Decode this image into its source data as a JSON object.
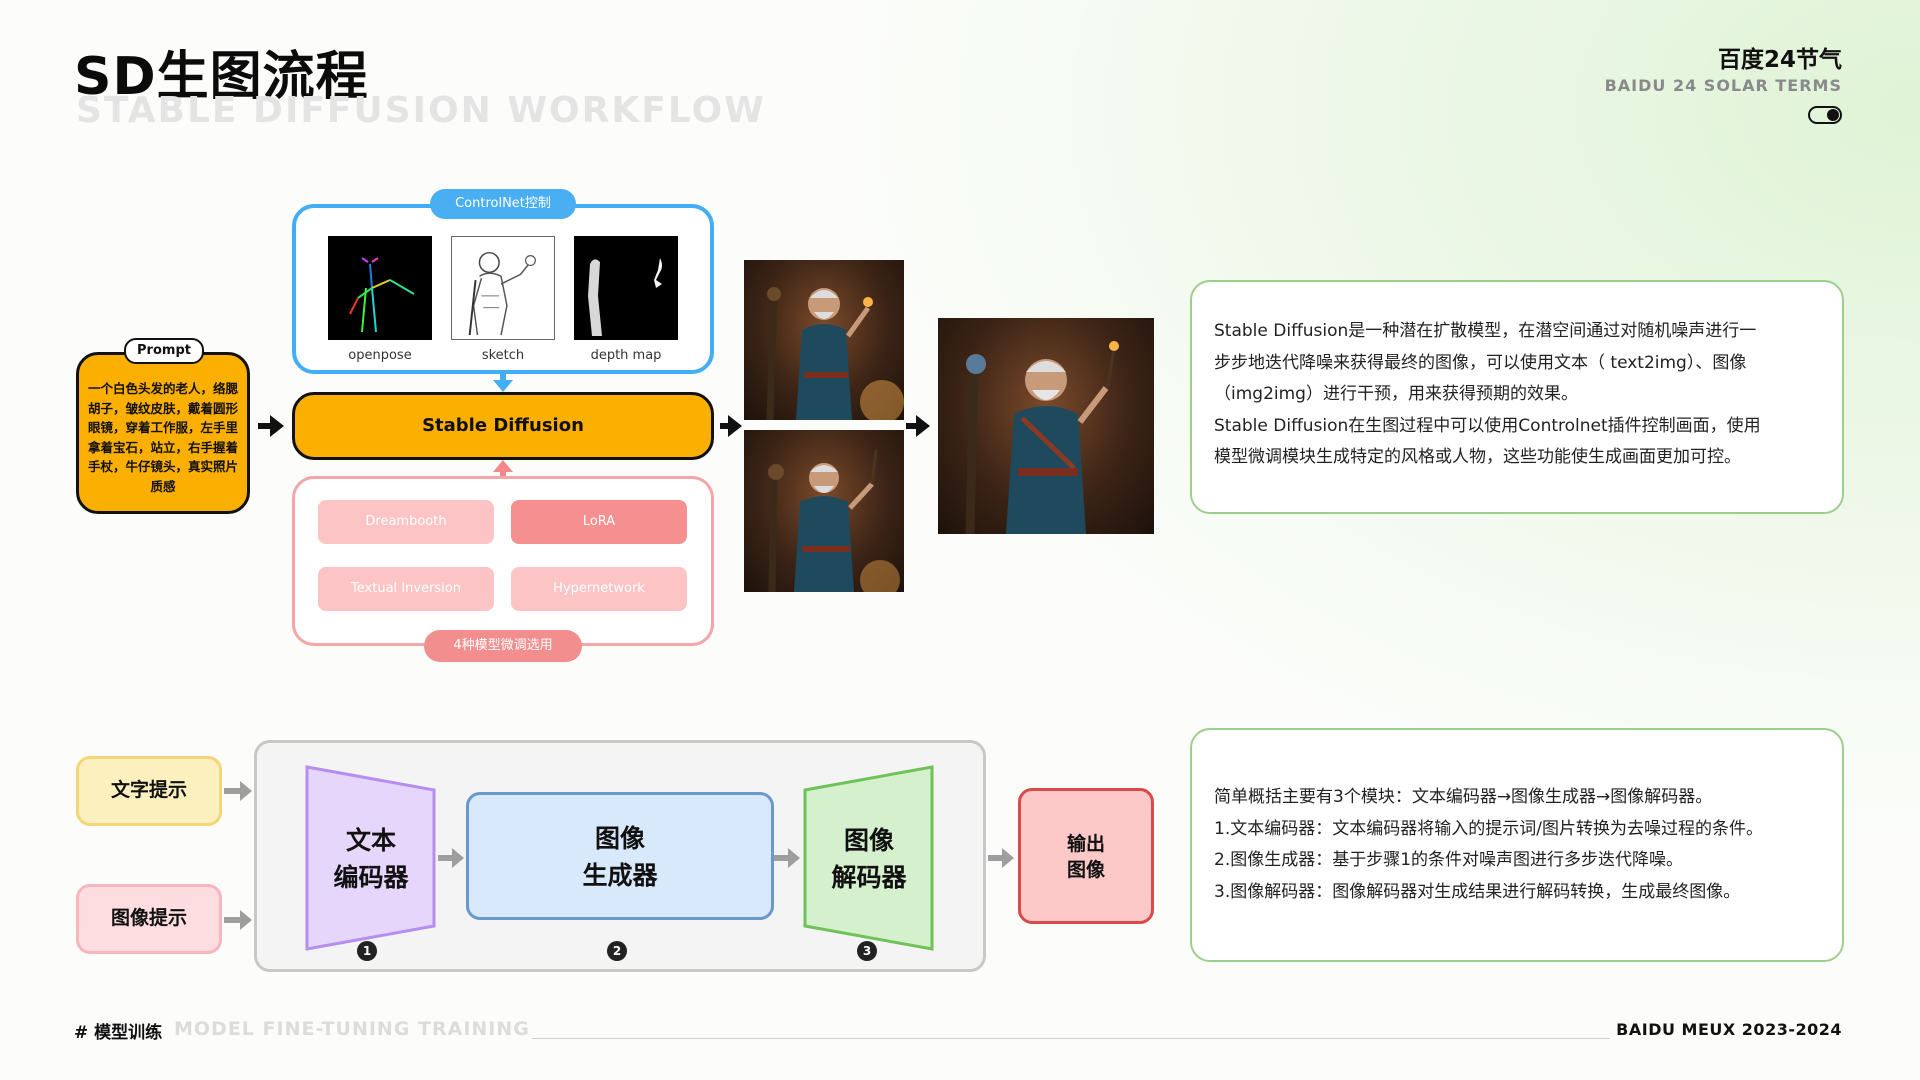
{
  "header": {
    "title": "SD生图流程",
    "subtitle": "STABLE DIFFUSION WORKFLOW",
    "brand": "百度24节气",
    "brand_sub": "BAIDU 24 SOLAR TERMS"
  },
  "prompt": {
    "tag": "Prompt",
    "text": "一个白色头发的老人，络腮胡子，皱纹皮肤，戴着圆形眼镜，穿着工作服，左手里拿着宝石，站立，右手握着手杖，牛仔镜头，真实照片质感"
  },
  "controlnet": {
    "tag": "ControlNet控制",
    "items": [
      {
        "label": "openpose"
      },
      {
        "label": "sketch"
      },
      {
        "label": "depth map"
      }
    ]
  },
  "stable_diffusion": {
    "label": "Stable Diffusion"
  },
  "finetune": {
    "tag": "4种模型微调选用",
    "options": [
      {
        "label": "Dreambooth"
      },
      {
        "label": "LoRA"
      },
      {
        "label": "Textual Inversion"
      },
      {
        "label": "Hypernetwork"
      }
    ]
  },
  "description_top": {
    "lines": [
      "Stable Diffusion是一种潜在扩散模型，在潜空间通过对随机噪声进行一",
      "步步地迭代降噪来获得最终的图像，可以使用文本（ text2img）、图像",
      "（img2img）进行干预，用来获得预期的效果。",
      "Stable Diffusion在生图过程中可以使用Controlnet插件控制画面，使用",
      "模型微调模块生成特定的风格或人物，这些功能使生成画面更加可控。"
    ]
  },
  "pipeline": {
    "text_hint": "文字提示",
    "image_hint": "图像提示",
    "modules": [
      {
        "line1": "文本",
        "line2": "编码器",
        "step": "1"
      },
      {
        "line1": "图像",
        "line2": "生成器",
        "step": "2"
      },
      {
        "line1": "图像",
        "line2": "解码器",
        "step": "3"
      }
    ],
    "output_line1": "输出",
    "output_line2": "图像"
  },
  "description_bottom": {
    "lines": [
      "简单概括主要有3个模块：文本编码器→图像生成器→图像解码器。",
      "1.文本编码器：文本编码器将输入的提示词/图片转换为去噪过程的条件。",
      "2.图像生成器：基于步骤1的条件对噪声图进行多步迭代降噪。",
      "3.图像解码器：图像解码器对生成结果进行解码转换，生成最终图像。"
    ]
  },
  "footer": {
    "left": "# 模型训练",
    "sub": "MODEL FINE-TUNING TRAINING",
    "right": "BAIDU MEUX 2023-2024"
  },
  "colors": {
    "accent_orange": "#fbaf00",
    "controlnet_blue": "#42aef6",
    "finetune_pink": "#f4a5a5",
    "lora_red": "#f68f8f",
    "card_green": "#9ccf8b"
  }
}
